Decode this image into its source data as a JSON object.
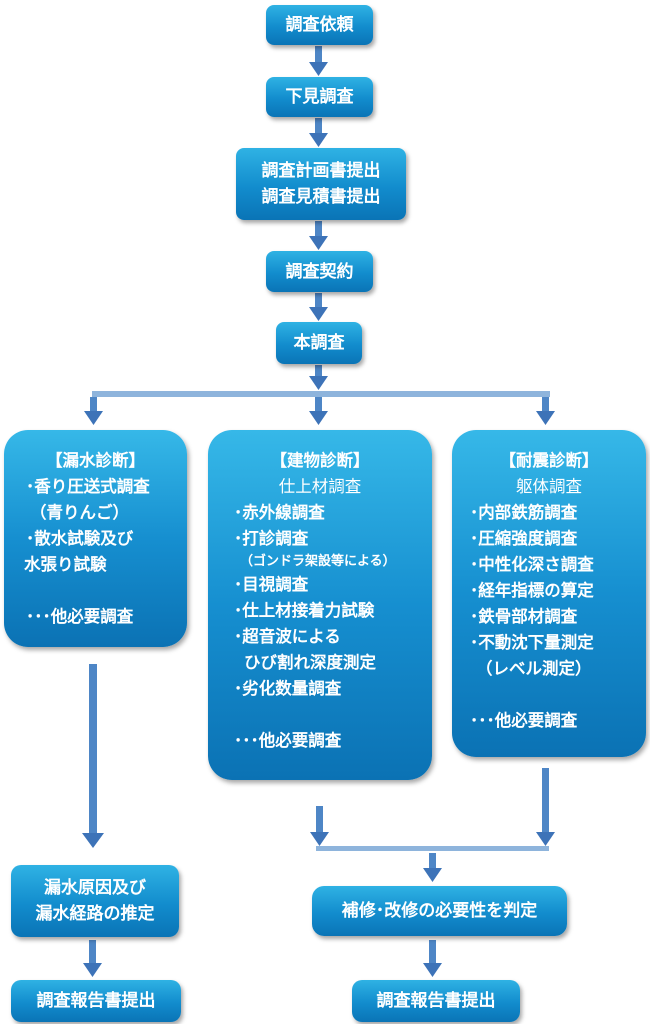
{
  "flow": {
    "step1": "調査依頼",
    "step2": "下見調査",
    "step3_line1": "調査計画書提出",
    "step3_line2": "調査見積書提出",
    "step4": "調査契約",
    "step5": "本調査"
  },
  "leak": {
    "title": "【漏水診断】",
    "items": [
      "･香り圧送式調査",
      "（青りんご）",
      "･散水試験及び",
      "水張り試験"
    ],
    "other": "･･･他必要調査"
  },
  "building": {
    "title": "【建物診断】",
    "subtitle": "仕上材調査",
    "item1": "･赤外線調査",
    "item2": "･打診調査",
    "item2_note": "（ゴンドラ架設等による）",
    "item3": "･目視調査",
    "item4": "･仕上材接着力試験",
    "item5": "･超音波による",
    "item5_line2": "ひび割れ深度測定",
    "item6": "･劣化数量調査",
    "other": "･･･他必要調査"
  },
  "seismic": {
    "title": "【耐震診断】",
    "subtitle": "躯体調査",
    "items": [
      "･内部鉄筋調査",
      "･圧縮強度調査",
      "･中性化深さ調査",
      "･経年指標の算定",
      "･鉄骨部材調査",
      "･不動沈下量測定",
      "（レベル測定）"
    ],
    "other": "･･･他必要調査"
  },
  "results": {
    "leak_line1": "漏水原因及び",
    "leak_line2": "漏水経路の推定",
    "judge": "補修･改修の必要性を判定",
    "report_left": "調査報告書提出",
    "report_right": "調査報告書提出"
  },
  "colors": {
    "box_top": "#2fb2e4",
    "box_bottom": "#0a74b6",
    "connector": "#8eb4dc",
    "arrow": "#3d73b8"
  }
}
